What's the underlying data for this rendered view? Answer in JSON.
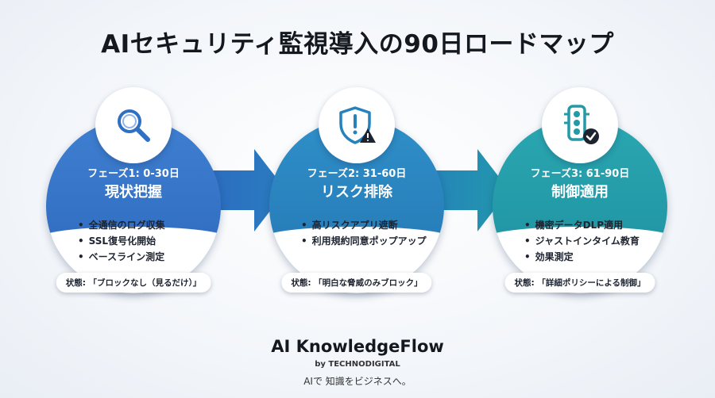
{
  "title": "AIセキュリティ監視導入の90日ロードマップ",
  "phases": [
    {
      "heading": "フェーズ1: 0-30日",
      "name": "現状把握",
      "icon": "magnifier-icon",
      "color": "#2f6fc4",
      "items": [
        "全通信のログ収集",
        "SSL復号化開始",
        "ベースライン測定"
      ],
      "status": "状態: 「ブロックなし（見るだけ）」"
    },
    {
      "heading": "フェーズ2: 31-60日",
      "name": "リスク排除",
      "icon": "shield-alert-icon",
      "color": "#2682bc",
      "items": [
        "高リスクアプリ遮断",
        "利用規約同意ポップアップ"
      ],
      "status": "状態: 「明白な脅威のみブロック」"
    },
    {
      "heading": "フェーズ3: 61-90日",
      "name": "制御適用",
      "icon": "traffic-light-check-icon",
      "color": "#239aa6",
      "items": [
        "機密データDLP適用",
        "ジャストインタイム教育",
        "効果測定"
      ],
      "status": "状態: 「詳細ポリシーによる制御」"
    }
  ],
  "brand": {
    "name": "AI KnowledgeFlow",
    "by": "by TECHNODIGITAL",
    "tagline": "AIで 知識をビジネスへ。"
  }
}
